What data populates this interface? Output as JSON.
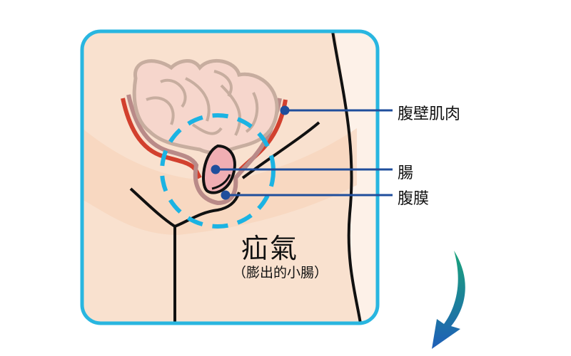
{
  "labels": {
    "abdominal_muscle": "腹壁肌肉",
    "intestine": "腸",
    "peritoneum": "腹膜"
  },
  "title": "疝氣",
  "subtitle": "（膨出的小腸）",
  "colors": {
    "frame": "#29b6e0",
    "skin": "#f9e1cf",
    "leader": "#1f4e9c",
    "muscle": "#d2402e",
    "peritoneum": "#b98a88",
    "intestine": "#f3cbc3"
  }
}
